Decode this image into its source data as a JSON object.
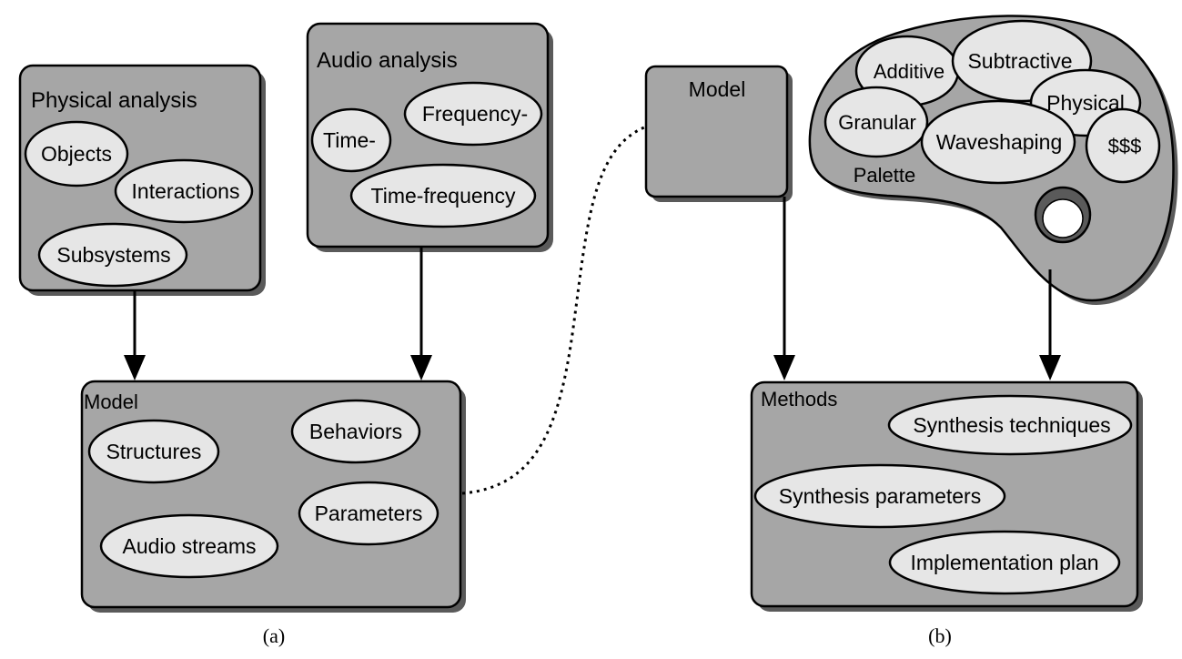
{
  "part_a": {
    "physical_analysis": {
      "title": "Physical analysis",
      "items": [
        "Objects",
        "Interactions",
        "Subsystems"
      ]
    },
    "audio_analysis": {
      "title": "Audio analysis",
      "items": [
        "Time-",
        "Frequency-",
        "Time-frequency"
      ]
    },
    "model": {
      "title": "Model",
      "items": [
        "Structures",
        "Behaviors",
        "Parameters",
        "Audio streams"
      ]
    },
    "caption": "(a)"
  },
  "part_b": {
    "model": {
      "title": "Model"
    },
    "palette": {
      "label": "Palette",
      "items": [
        "Additive",
        "Subtractive",
        "Physical",
        "Granular",
        "Waveshaping",
        "$$$"
      ]
    },
    "methods": {
      "title": "Methods",
      "items": [
        "Synthesis techniques",
        "Synthesis parameters",
        "Implementation plan"
      ]
    },
    "caption": "(b)"
  },
  "colors": {
    "box_fill": "#a6a6a6",
    "ellipse_fill": "#e6e6e6",
    "stroke": "#000000",
    "shadow": "#5a5a5a"
  }
}
